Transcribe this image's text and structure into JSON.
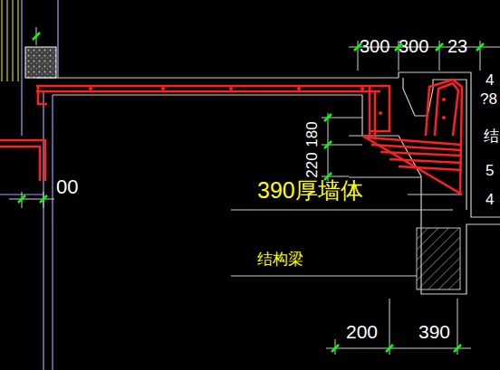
{
  "diagram": {
    "labels": [
      "300",
      "300",
      "23",
      "4",
      "?8",
      "结",
      "5",
      "4",
      "00",
      "180",
      "220",
      "390厚墙体",
      "结构梁",
      "200",
      "390"
    ]
  }
}
